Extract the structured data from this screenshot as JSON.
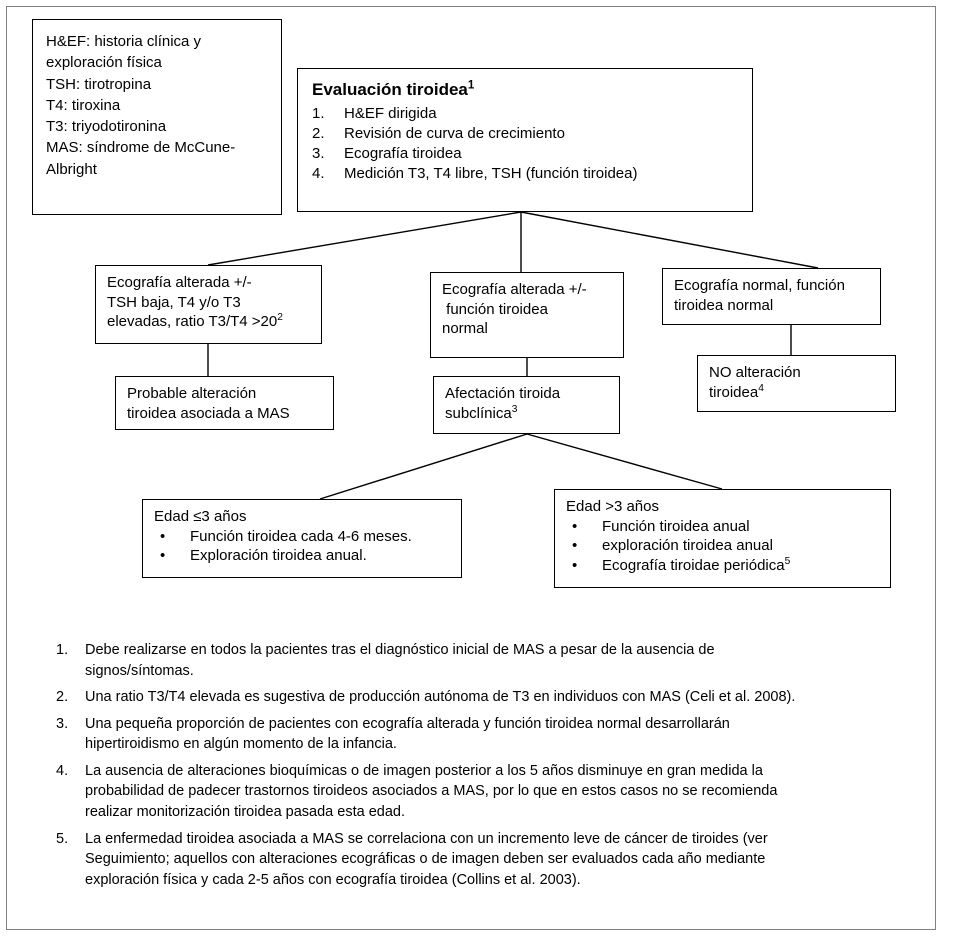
{
  "figure": {
    "language": "es",
    "border_color": "#808080",
    "node_border_color": "#000000",
    "connector_color": "#000000",
    "background": "#ffffff"
  },
  "legend": {
    "name": "abbreviations-legend",
    "lines": [
      "H&EF: historia clínica y",
      "exploración física",
      "TSH: tirotropina",
      "T4: tiroxina",
      "T3: triyodotironina",
      "MAS: síndrome de McCune-",
      "Albright"
    ]
  },
  "eval_box": {
    "title": "Evaluación tiroidea",
    "title_sup": "1",
    "items": [
      {
        "num": "1.",
        "text": "H&EF dirigida"
      },
      {
        "num": "2.",
        "text": "Revisión de curva de crecimiento"
      },
      {
        "num": "3.",
        "text": "Ecografía tiroidea"
      },
      {
        "num": "4.",
        "text": "Medición T3, T4 libre, TSH (función tiroidea)"
      }
    ]
  },
  "branches": {
    "left": {
      "lines": [
        "Ecografía alterada +/-",
        "TSH baja, T4 y/o T3",
        "elevadas, ratio T3/T4 >20"
      ],
      "sup": "2"
    },
    "middle": {
      "lines": [
        "Ecografía alterada +/-",
        " función tiroidea",
        "normal"
      ]
    },
    "right": {
      "lines": [
        "Ecografía normal, función",
        "tiroidea normal"
      ]
    }
  },
  "outcomes": {
    "probable": {
      "lines": [
        "Probable alteración",
        "tiroidea asociada a MAS"
      ]
    },
    "subclinical": {
      "lines": [
        "Afectación tiroida",
        "subclínica"
      ],
      "sup": "3"
    },
    "no_alteration": {
      "lines": [
        "NO alteración",
        "tiroidea"
      ],
      "sup": "4"
    }
  },
  "age_groups": {
    "under3": {
      "heading": "Edad ≤3 años",
      "bullets": [
        "Función tiroidea cada 4-6 meses.",
        "Exploración tiroidea anual."
      ]
    },
    "over3": {
      "heading": "Edad >3 años",
      "bullets": [
        "Función tiroidea anual",
        "exploración tiroidea anual",
        "Ecografía tiroidae periódica"
      ],
      "last_bullet_sup": "5"
    }
  },
  "footnotes": [
    {
      "num": "1.",
      "text": "Debe realizarse en todos la pacientes tras el diagnóstico inicial de MAS a pesar de la ausencia de signos/síntomas."
    },
    {
      "num": "2.",
      "text": "Una ratio T3/T4 elevada es sugestiva de producción autónoma de T3 en individuos con MAS (Celi et al. 2008)."
    },
    {
      "num": "3.",
      "text": "Una pequeña proporción de pacientes con ecografía alterada y función tiroidea normal desarrollarán hipertiroidismo en algún momento de la infancia."
    },
    {
      "num": "4.",
      "text": "La ausencia de alteraciones bioquímicas o de imagen posterior a los 5 años disminuye en gran medida la probabilidad de padecer trastornos tiroideos asociados a MAS, por lo que en estos casos no se recomienda realizar monitorización tiroidea pasada esta edad."
    },
    {
      "num": "5.",
      "text": "La enfermedad  tiroidea asociada a MAS se correlaciona con un incremento leve de cáncer de tiroides (ver Seguimiento; aquellos con alteraciones ecográficas o de imagen deben ser evaluados cada año mediante exploración física y cada 2-5 años con ecografía tiroidea (Collins et al. 2003)."
    }
  ]
}
